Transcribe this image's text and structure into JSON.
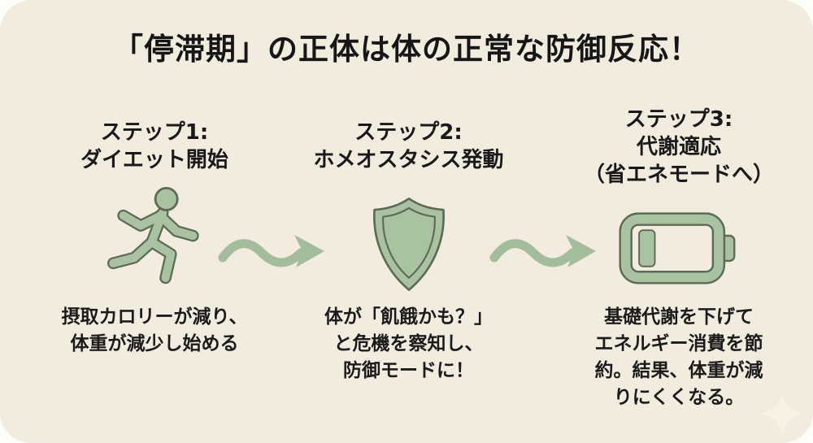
{
  "infographic": {
    "title": "「停滞期」の正体は体の正常な防御反応！",
    "steps": [
      {
        "heading": "ステップ1:\nダイエット開始",
        "icon": "runner-icon",
        "description": "摂取カロリーが減り、\n体重が減少し始める"
      },
      {
        "heading": "ステップ2:\nホメオスタシス発動",
        "icon": "shield-icon",
        "description": "体が「飢餓かも？」\nと危機を察知し、\n防御モードに！"
      },
      {
        "heading": "ステップ3:\n代謝適応\n（省エネモードへ）",
        "icon": "battery-low-icon",
        "description": "基礎代謝を下げて\nエネルギー消費を節\n約。結果、体重が減\nりにくくなる。"
      }
    ],
    "connectors": [
      "wavy-arrow-icon",
      "wavy-arrow-icon"
    ],
    "decoration": "sparkle-icon",
    "colors": {
      "card_background": "#f2ecdf",
      "page_background": "#fdfdfa",
      "icon_fill": "#a9c2a1",
      "icon_outline": "#5c6b54",
      "text": "#1b1b1b",
      "sparkle": "#f8f2e4"
    }
  }
}
